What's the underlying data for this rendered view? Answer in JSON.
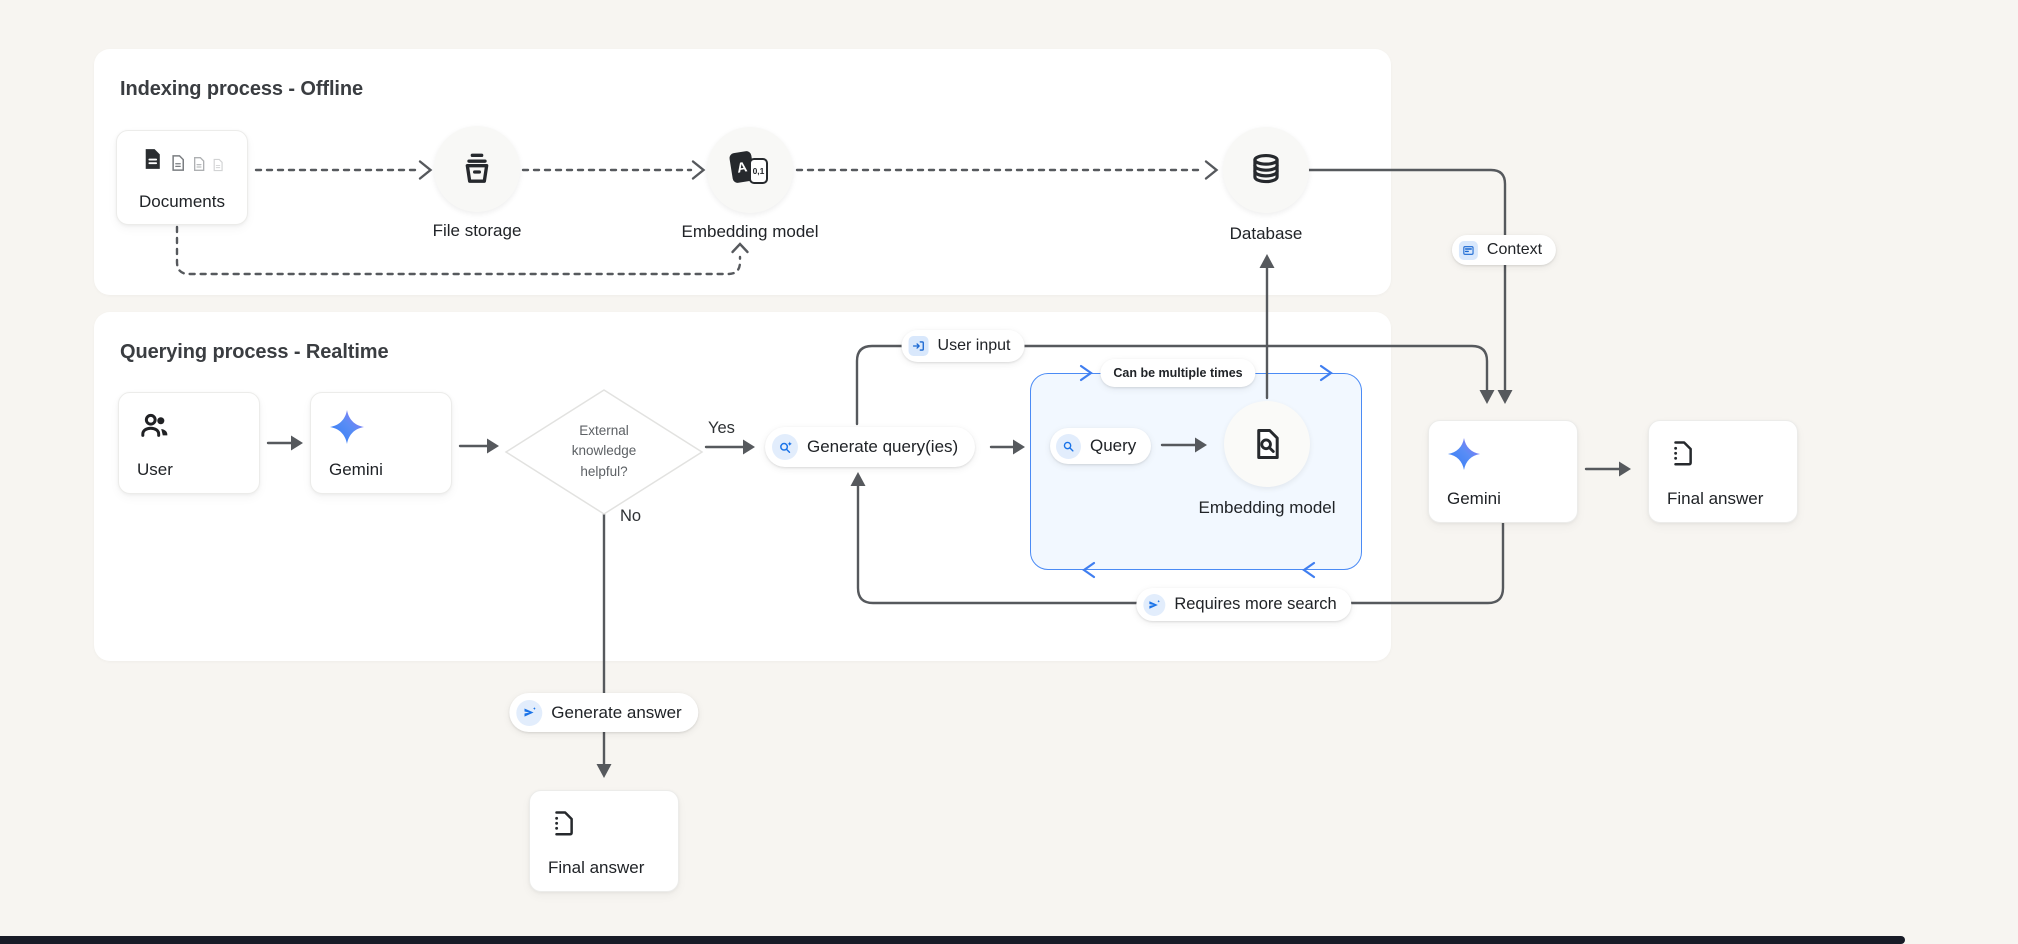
{
  "colors": {
    "page_bg": "#f7f5f1",
    "panel_bg": "#ffffff",
    "line_gray": "#56595d",
    "accent_blue": "#1a73e8",
    "loop_box_border": "#4b8bf5",
    "loop_box_fill": "#f2f8ff",
    "gemini_gradient_start": "#2f7cf6",
    "gemini_gradient_end": "#9d71f5",
    "bottom_bar": "#181b27"
  },
  "indexing": {
    "title": "Indexing process - Offline",
    "documents_label": "Documents",
    "file_storage_label": "File storage",
    "embedding_model_label": "Embedding model",
    "embedding_icon_letter": "A",
    "embedding_icon_numbers": "0,1",
    "database_label": "Database"
  },
  "querying": {
    "title": "Querying process - Realtime",
    "user_label": "User",
    "gemini_label": "Gemini",
    "decision_question": "External knowledge helpful?",
    "yes_label": "Yes",
    "no_label": "No",
    "generate_queries_label": "Generate query(ies)",
    "loop_caption": "Can be multiple times",
    "query_label": "Query",
    "embedding_model_label": "Embedding model",
    "user_input_label": "User input",
    "requires_more_search_label": "Requires more search",
    "generate_answer_label": "Generate answer",
    "final_answer_label": "Final answer"
  },
  "right_side": {
    "context_label": "Context",
    "gemini_label": "Gemini",
    "final_answer_label": "Final answer"
  }
}
